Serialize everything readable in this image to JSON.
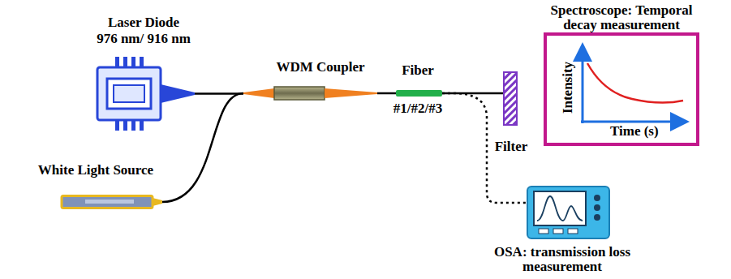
{
  "diagram": {
    "nodes": [
      {
        "text": [
          "Laser Diode",
          "976 nm/ 916 nm"
        ]
      },
      {
        "text": [
          "White Light Source"
        ]
      },
      {
        "text": [
          "WDM Coupler"
        ]
      },
      {
        "text": [
          "Fiber",
          "#1/#2/#3"
        ]
      },
      {
        "text": [
          "Filter"
        ]
      },
      {
        "text": [
          "Spectroscope: Temporal decay measurement",
          "Intensity",
          "Time (s)"
        ]
      },
      {
        "text": [
          "OSA: transmission loss measurement"
        ]
      }
    ],
    "edges": [
      {
        "from": 0,
        "to": 2,
        "arrow": "none"
      },
      {
        "from": 1,
        "to": 2,
        "arrow": "none"
      },
      {
        "from": 2,
        "to": 3,
        "arrow": "none"
      },
      {
        "from": 3,
        "to": 4,
        "arrow": "none"
      },
      {
        "from": 3,
        "to": 6,
        "arrow": "none"
      }
    ]
  }
}
